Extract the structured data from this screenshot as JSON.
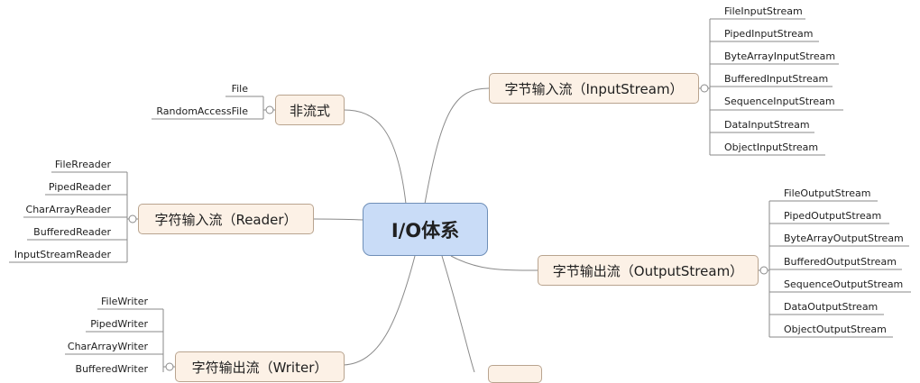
{
  "root": {
    "label": "I/O体系"
  },
  "branches": {
    "nonstream": {
      "label": "非流式",
      "children": [
        "File",
        "RandomAccessFile"
      ]
    },
    "reader": {
      "label": "字符输入流（Reader）",
      "children": [
        "FileRreader",
        "PipedReader",
        "CharArrayReader",
        "BufferedReader",
        "InputStreamReader"
      ]
    },
    "writer": {
      "label": "字符输出流（Writer）",
      "children": [
        "FileWriter",
        "PipedWriter",
        "CharArrayWriter",
        "BufferedWriter"
      ]
    },
    "inputstream": {
      "label": "字节输入流（InputStream）",
      "children": [
        "FileInputStream",
        "PipedInputStream",
        "ByteArrayInputStream",
        "BufferedInputStream",
        "SequenceInputStream",
        "DataInputStream",
        "ObjectInputStream"
      ]
    },
    "outputstream": {
      "label": "字节输出流（OutputStream）",
      "children": [
        "FileOutputStream",
        "PipedOutputStream",
        "ByteArrayOutputStream",
        "BufferedOutputStream",
        "SequenceOutputStream",
        "DataOutputStream",
        "ObjectOutputStream"
      ]
    }
  },
  "colors": {
    "root_fill": "#c9dcf7",
    "root_border": "#6f8fb8",
    "node_fill": "#fcf1e6",
    "node_border": "#b9a48f",
    "line": "#8a8a8a"
  }
}
